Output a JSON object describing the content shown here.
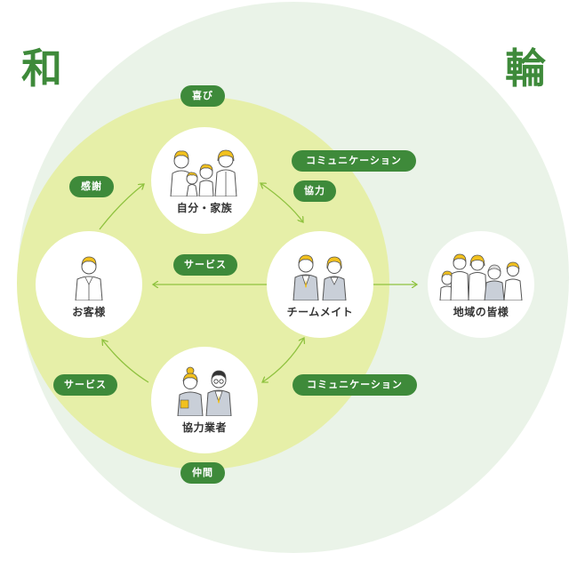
{
  "title_left": "和",
  "title_right": "輪",
  "nodes": {
    "family": "自分・家族",
    "customer": "お客様",
    "team": "チームメイト",
    "partner": "協力業者",
    "community": "地域の皆様"
  },
  "labels": {
    "joy": "喜び",
    "gratitude": "感謝",
    "comm_top": "コミュニケーション",
    "cooperation": "協力",
    "service_mid": "サービス",
    "service_left": "サービス",
    "comm_bottom": "コミュニケーション",
    "companion": "仲間"
  },
  "colors": {
    "outer_circle": "#eaf3e8",
    "inner_circle": "#e6efa8",
    "accent_green": "#3e8a3a",
    "arrow": "#8fc23f",
    "hair_yellow": "#f2c11e"
  }
}
